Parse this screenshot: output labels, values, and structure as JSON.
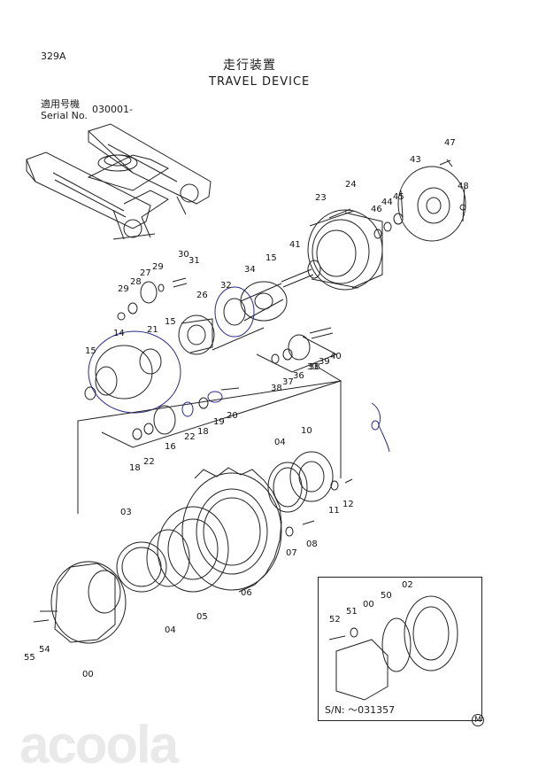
{
  "page": {
    "code": "329A",
    "title_jp": "走行装置",
    "title_en": "TRAVEL DEVICE",
    "serial_label_jp": "適用号機",
    "serial_label_en": "Serial No.",
    "serial_value": "030001-",
    "inset_serial": "S/N: ～031357",
    "corner_mark": "M",
    "watermark": "acoola"
  },
  "part_labels": [
    "47",
    "43",
    "48",
    "24",
    "45",
    "44",
    "46",
    "23",
    "41",
    "15",
    "34",
    "32",
    "31",
    "30",
    "29",
    "28",
    "27",
    "26",
    "29",
    "14",
    "21",
    "15",
    "15",
    "33",
    "40",
    "39",
    "38",
    "36",
    "37",
    "38",
    "20",
    "19",
    "18",
    "22",
    "16",
    "18",
    "22",
    "04",
    "10",
    "03",
    "11",
    "12",
    "07",
    "08",
    "06",
    "05",
    "04",
    "00",
    "55",
    "54",
    "52",
    "51",
    "00",
    "50",
    "02"
  ]
}
